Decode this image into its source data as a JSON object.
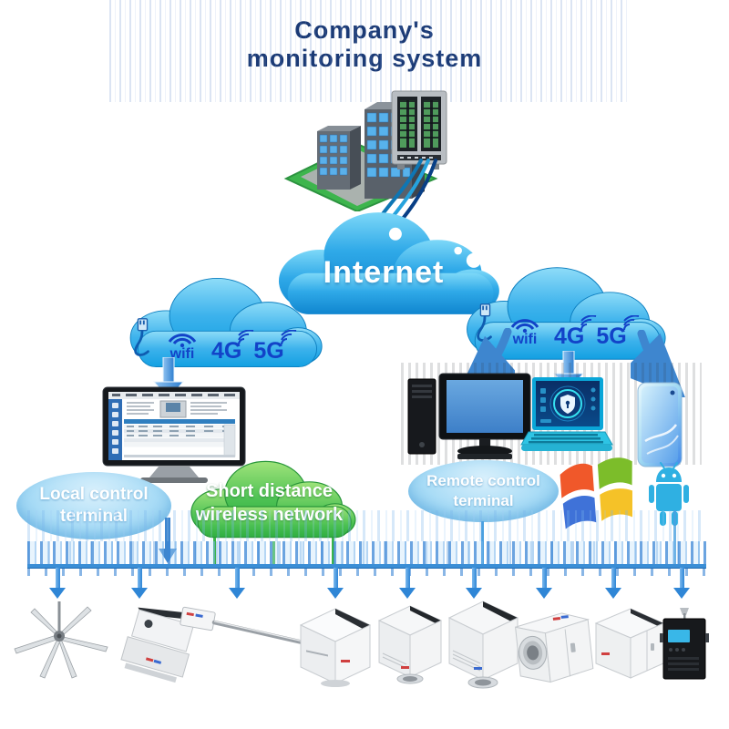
{
  "title": {
    "line1": "Company's",
    "line2": "monitoring system"
  },
  "internet_cloud": {
    "label": "Internet"
  },
  "left_cloud": {
    "wifi": "wifi",
    "fourg": "4G",
    "fiveg": "5G"
  },
  "right_cloud": {
    "wifi": "wifi",
    "fourg": "4G",
    "fiveg": "5G"
  },
  "terminals": {
    "local": {
      "line1": "Local control",
      "line2": "terminal"
    },
    "short_distance": {
      "line1": "Short distance",
      "line2": "wireless network"
    },
    "remote": {
      "line1": "Remote control",
      "line2": "terminal"
    }
  },
  "colors": {
    "cloud_blue_light": "#7dd8f8",
    "cloud_blue": "#2fa9e8",
    "cloud_blue_dark": "#0f85cf",
    "icon_navy": "#1243c8",
    "title_navy": "#1b3a75",
    "green_cloud": "#2fae41",
    "green_cloud_light": "#9fe37a",
    "bubble_blue": "#a9dcf6",
    "bus_blue": "#3a8ed6",
    "arrow_blue": "#3e86cf",
    "windows_red": "#f0582a",
    "windows_green": "#7cbd2a",
    "windows_blue": "#3f72d8",
    "windows_yellow": "#f5c228",
    "android_blue": "#2fb0e2"
  },
  "icons": {
    "office-building-icon": "isometric building on green base",
    "server-rack-icon": "grey server cabinet",
    "network-cables-icon": "blue curved cables",
    "cloud-icon": "blue puffy cloud",
    "ethernet-plug-icon": "plug with curled cable",
    "wifi-icon": "three arcs over dot",
    "signal-arcs-icon": "radiating arcs",
    "down-arrow-icon": "blue 3D arrow",
    "monitor-software-icon": "monitor with management app",
    "desktop-pc-icon": "tower and monitor",
    "laptop-security-icon": "laptop with shield screen",
    "smartphone-icon": "blue smartphone",
    "windows-logo-icon": "four pane waving flag",
    "android-logo-icon": "blue android robot",
    "bus-line": "horizontal connection bus"
  },
  "devices": [
    {
      "name": "hvls-ceiling-fan"
    },
    {
      "name": "duct-fan-unit"
    },
    {
      "name": "temperature-probe-sensor"
    },
    {
      "name": "ceiling-cassette-unit"
    },
    {
      "name": "air-handling-unit"
    },
    {
      "name": "air-handling-unit-large"
    },
    {
      "name": "axial-fan-unit"
    },
    {
      "name": "equipment-box"
    },
    {
      "name": "control-cabinet"
    }
  ]
}
